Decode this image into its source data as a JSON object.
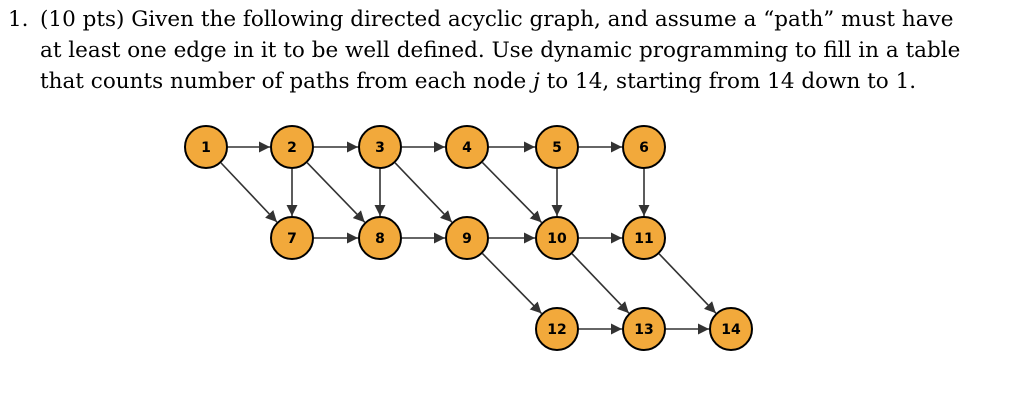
{
  "problem": {
    "number": "1.",
    "line1": "(10 pts) Given the following directed acyclic graph, and assume a “path” must have",
    "line2": "at least one edge in it to be well defined. Use dynamic programming to fill in a table",
    "line3_a": "that counts number of paths from each node ",
    "line3_var": "j",
    "line3_b": " to 14, starting from 14 down to 1."
  },
  "graph": {
    "node_fill": "#f2a93b",
    "node_stroke": "#000000",
    "edge_color": "#333333",
    "nodes": [
      {
        "id": "1",
        "label": "1"
      },
      {
        "id": "2",
        "label": "2"
      },
      {
        "id": "3",
        "label": "3"
      },
      {
        "id": "4",
        "label": "4"
      },
      {
        "id": "5",
        "label": "5"
      },
      {
        "id": "6",
        "label": "6"
      },
      {
        "id": "7",
        "label": "7"
      },
      {
        "id": "8",
        "label": "8"
      },
      {
        "id": "9",
        "label": "9"
      },
      {
        "id": "10",
        "label": "10"
      },
      {
        "id": "11",
        "label": "11"
      },
      {
        "id": "12",
        "label": "12"
      },
      {
        "id": "13",
        "label": "13"
      },
      {
        "id": "14",
        "label": "14"
      }
    ],
    "edges": [
      [
        "1",
        "2"
      ],
      [
        "2",
        "3"
      ],
      [
        "3",
        "4"
      ],
      [
        "4",
        "5"
      ],
      [
        "5",
        "6"
      ],
      [
        "1",
        "7"
      ],
      [
        "2",
        "7"
      ],
      [
        "2",
        "8"
      ],
      [
        "3",
        "8"
      ],
      [
        "3",
        "9"
      ],
      [
        "4",
        "10"
      ],
      [
        "5",
        "10"
      ],
      [
        "6",
        "11"
      ],
      [
        "7",
        "8"
      ],
      [
        "8",
        "9"
      ],
      [
        "9",
        "10"
      ],
      [
        "10",
        "11"
      ],
      [
        "9",
        "12"
      ],
      [
        "10",
        "13"
      ],
      [
        "11",
        "14"
      ],
      [
        "12",
        "13"
      ],
      [
        "13",
        "14"
      ]
    ]
  }
}
